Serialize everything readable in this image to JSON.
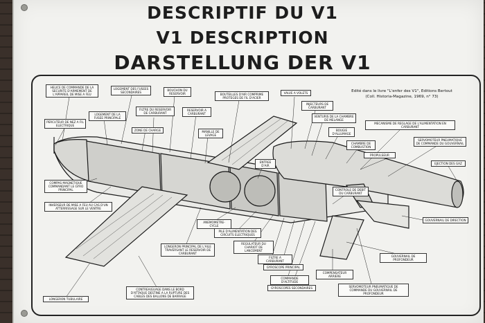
{
  "title_lines": [
    "DESCRIPTIF DU V1",
    "V1 DESCRIPTION",
    "DARSTELLUNG DER V1"
  ],
  "source_note": [
    "Edité dans le livre \"L'enfer des V1\", Editions Bertout",
    "(Coll. Historia-Magazine, 1969, n° 73)"
  ],
  "labels": [
    {
      "id": "helice",
      "text": "HELICE DE COMMANDE DE LA SECURITE D'ARMEMENT DE L'APPAREIL DE MISE A FEU"
    },
    {
      "id": "logement-fusees",
      "text": "LOGEMENT DES FUSEES SECONDAIRES"
    },
    {
      "id": "bouchon",
      "text": "BOUCHON DU RESERVOIR"
    },
    {
      "id": "bouteilles",
      "text": "BOUTEILLES D'AIR COMPRIME PROTEGES DE FIL D'ACIER"
    },
    {
      "id": "valve",
      "text": "VALVE A VOLETS"
    },
    {
      "id": "injecteurs",
      "text": "INJECTEURS DE CARBURANT"
    },
    {
      "id": "percuteur",
      "text": "PERCUTEUR DE NEZ A FIL ELECTRIQUE"
    },
    {
      "id": "logement-fusee",
      "text": "LOGEMENT DE LA FUSEE PRINCIPALE"
    },
    {
      "id": "filtre-reservoir",
      "text": "FILTRE DU RESERVOIR DE CARBURANT"
    },
    {
      "id": "reservoir",
      "text": "RESERVOIR A CARBURANT"
    },
    {
      "id": "zone-charge",
      "text": "ZONE DE CHARGE"
    },
    {
      "id": "manille",
      "text": "MANILLE DE LEVAGE"
    },
    {
      "id": "venturi",
      "text": "VENTURIS DE LA CHAMBRE DE MELANGE"
    },
    {
      "id": "bougie",
      "text": "BOUGIE D'ALLUMAGE"
    },
    {
      "id": "chambre",
      "text": "CHAMBRE DE COMBUSTION"
    },
    {
      "id": "entree-air",
      "text": "ENTREE D'AIR"
    },
    {
      "id": "mecanisme",
      "text": "MECANISME DE REGLAGE DE L'ALIMENTATION EN CARBURANT"
    },
    {
      "id": "servomoteur-direction",
      "text": "SERVOMOTEUR PNEUMATIQUE DE COMMANDE DU GOUVERNAIL"
    },
    {
      "id": "propulseur",
      "text": "PROPULSEUR"
    },
    {
      "id": "ejection-gaz",
      "text": "EJECTION DES GAZ"
    },
    {
      "id": "compas",
      "text": "COMPAS MAGNETIQUE COMMANDANT LE GYRO PRINCIPAL"
    },
    {
      "id": "inverseur",
      "text": "INVERSEUR DE MISE A FEU AU CAS D'UN ATTERRISSAGE SUR LE VENTRE"
    },
    {
      "id": "controle-debit",
      "text": "CONTROLE DE DEBIT DU CARBURANT"
    },
    {
      "id": "gouvernail-direction",
      "text": "GOUVERNAIL DE DIRECTION"
    },
    {
      "id": "anemometre",
      "text": "ANEMOMETRE-CYCLE"
    },
    {
      "id": "pile",
      "text": "PILE D'ALIMENTATION DES CIRCUITS ELECTRIQUES"
    },
    {
      "id": "longeron",
      "text": "LONGERON PRINCIPAL DE L'AILE TRAVERSANT LE RESERVOIR DE CARBURANT"
    },
    {
      "id": "regulateur",
      "text": "REGULATEUR DU CHARIOT DE LANCEMENT"
    },
    {
      "id": "filtre-carburant",
      "text": "FILTRE A CARBURANT"
    },
    {
      "id": "gyroscope-principal",
      "text": "GYROSCOPE PRINCIPAL"
    },
    {
      "id": "gouvernail-profondeur",
      "text": "GOUVERNAIL DE PROFONDEUR"
    },
    {
      "id": "compensateur",
      "text": "COMPENSATEUR ARRIERE"
    },
    {
      "id": "commande-altitude",
      "text": "COMMANDE D'ALTITUDE"
    },
    {
      "id": "gyroscopes-secondaires",
      "text": "GYROSCOPES SECONDAIRES"
    },
    {
      "id": "servomoteur-profondeur",
      "text": "SERVOMOTEUR PNEUMATIQUE DE COMMANDE DU GOUVERNAIL DE PROFONDEUR"
    },
    {
      "id": "contreaiguage",
      "text": "CONTREAIGUAGE DANS LE BORD D'ATTAQUE DESTINE A LA RUPTURE DES CABLES DES BALLONS DE BARRAGE"
    },
    {
      "id": "longeron-tubulaire",
      "text": "LONGERON TUBULAIRE"
    }
  ]
}
